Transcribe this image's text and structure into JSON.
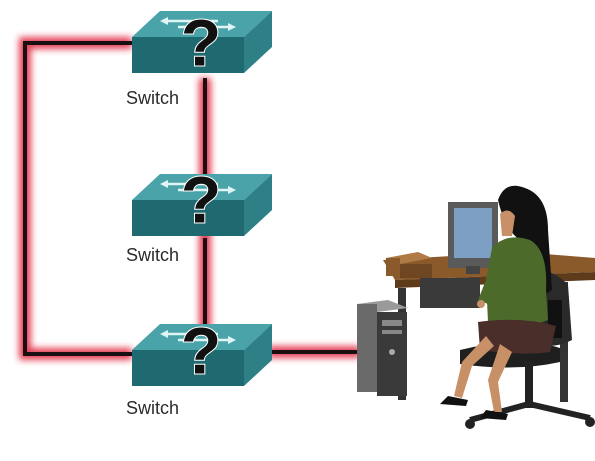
{
  "devices": [
    {
      "id": "switch-top",
      "label": "Switch",
      "status_mark": "?"
    },
    {
      "id": "switch-middle",
      "label": "Switch",
      "status_mark": "?"
    },
    {
      "id": "switch-bottom",
      "label": "Switch",
      "status_mark": "?"
    }
  ],
  "colors": {
    "link": "#1a0f10",
    "link_glow": "#e0203a",
    "switch_top": "#4aa3a8",
    "switch_side": "#2f7f86",
    "switch_front": "#1f6a70",
    "question_mark": "#111111"
  },
  "icons": [
    "switch-icon",
    "question-mark-icon",
    "workstation-icon",
    "user-icon"
  ]
}
